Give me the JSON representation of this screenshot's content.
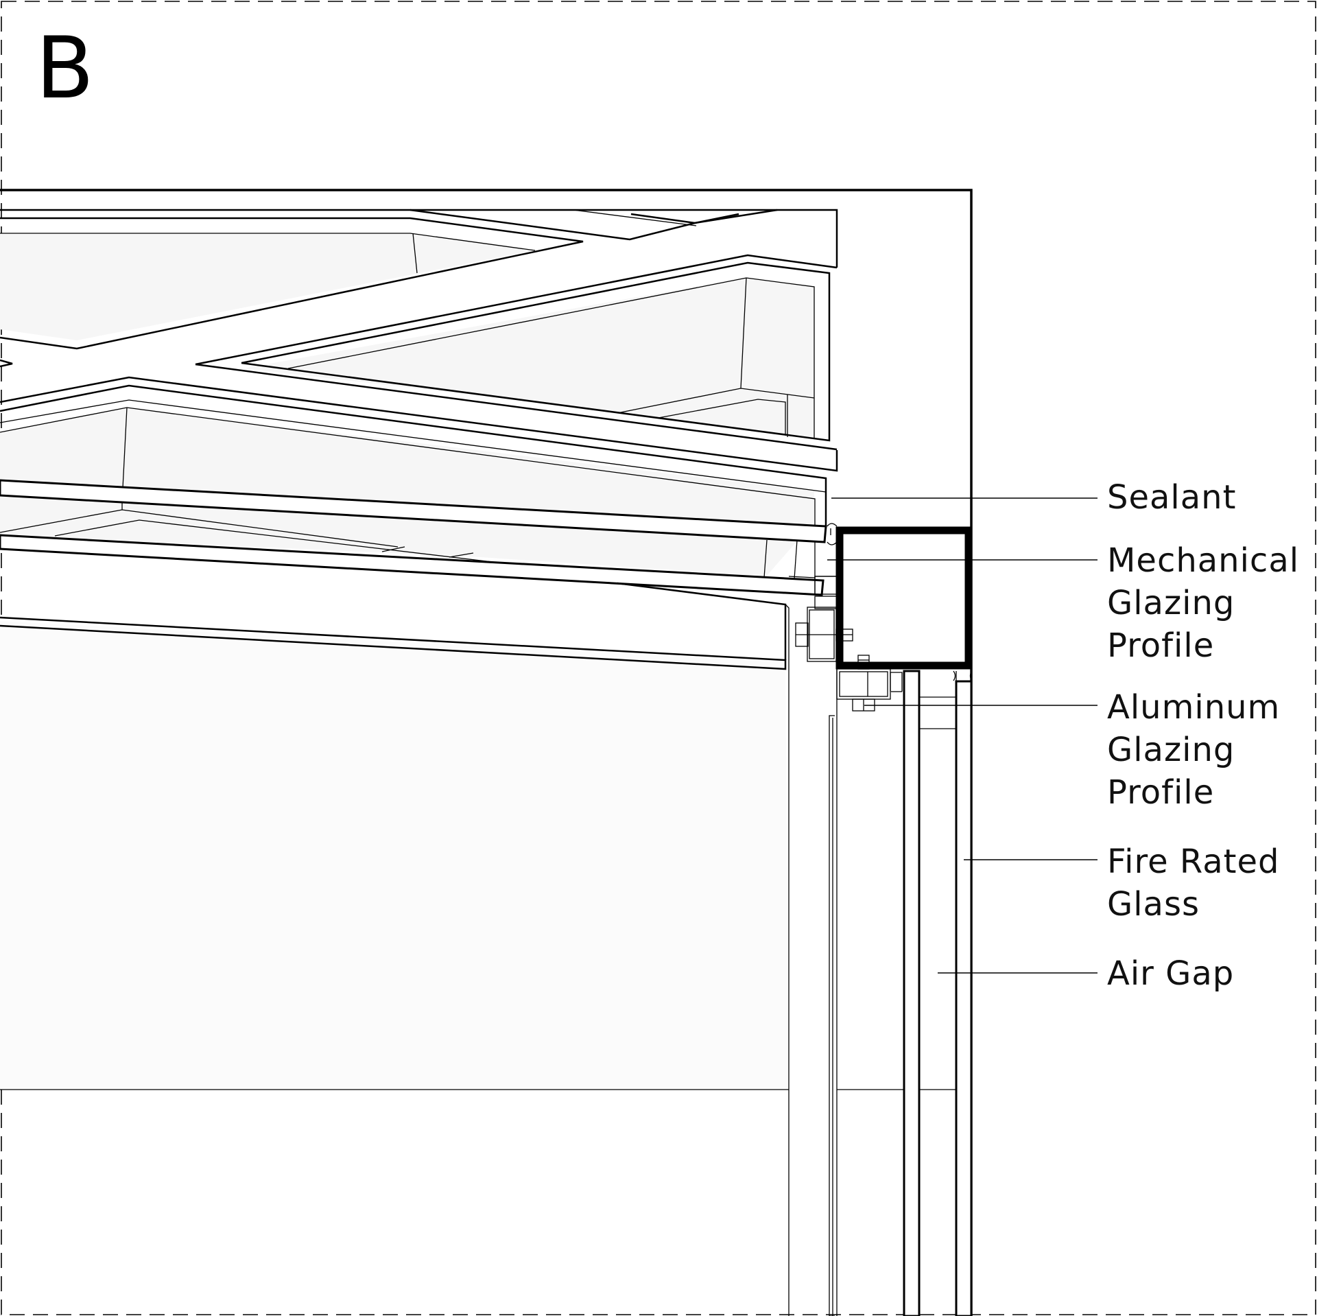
{
  "panel": {
    "letter": "B"
  },
  "callouts": [
    {
      "id": "sealant",
      "lines": [
        "Sealant"
      ]
    },
    {
      "id": "mechanical-glazing-profile",
      "lines": [
        "Mechanical",
        "Glazing",
        "Profile"
      ]
    },
    {
      "id": "aluminum-glazing-profile",
      "lines": [
        "Aluminum",
        "Glazing",
        "Profile"
      ]
    },
    {
      "id": "fire-rated-glass",
      "lines": [
        "Fire Rated",
        "Glass"
      ]
    },
    {
      "id": "air-gap",
      "lines": [
        "Air Gap"
      ]
    }
  ],
  "colors": {
    "line": "#000000",
    "fill_light": "#f6f6f6",
    "fill_lighter": "#fbfbfb",
    "background": "#ffffff"
  }
}
